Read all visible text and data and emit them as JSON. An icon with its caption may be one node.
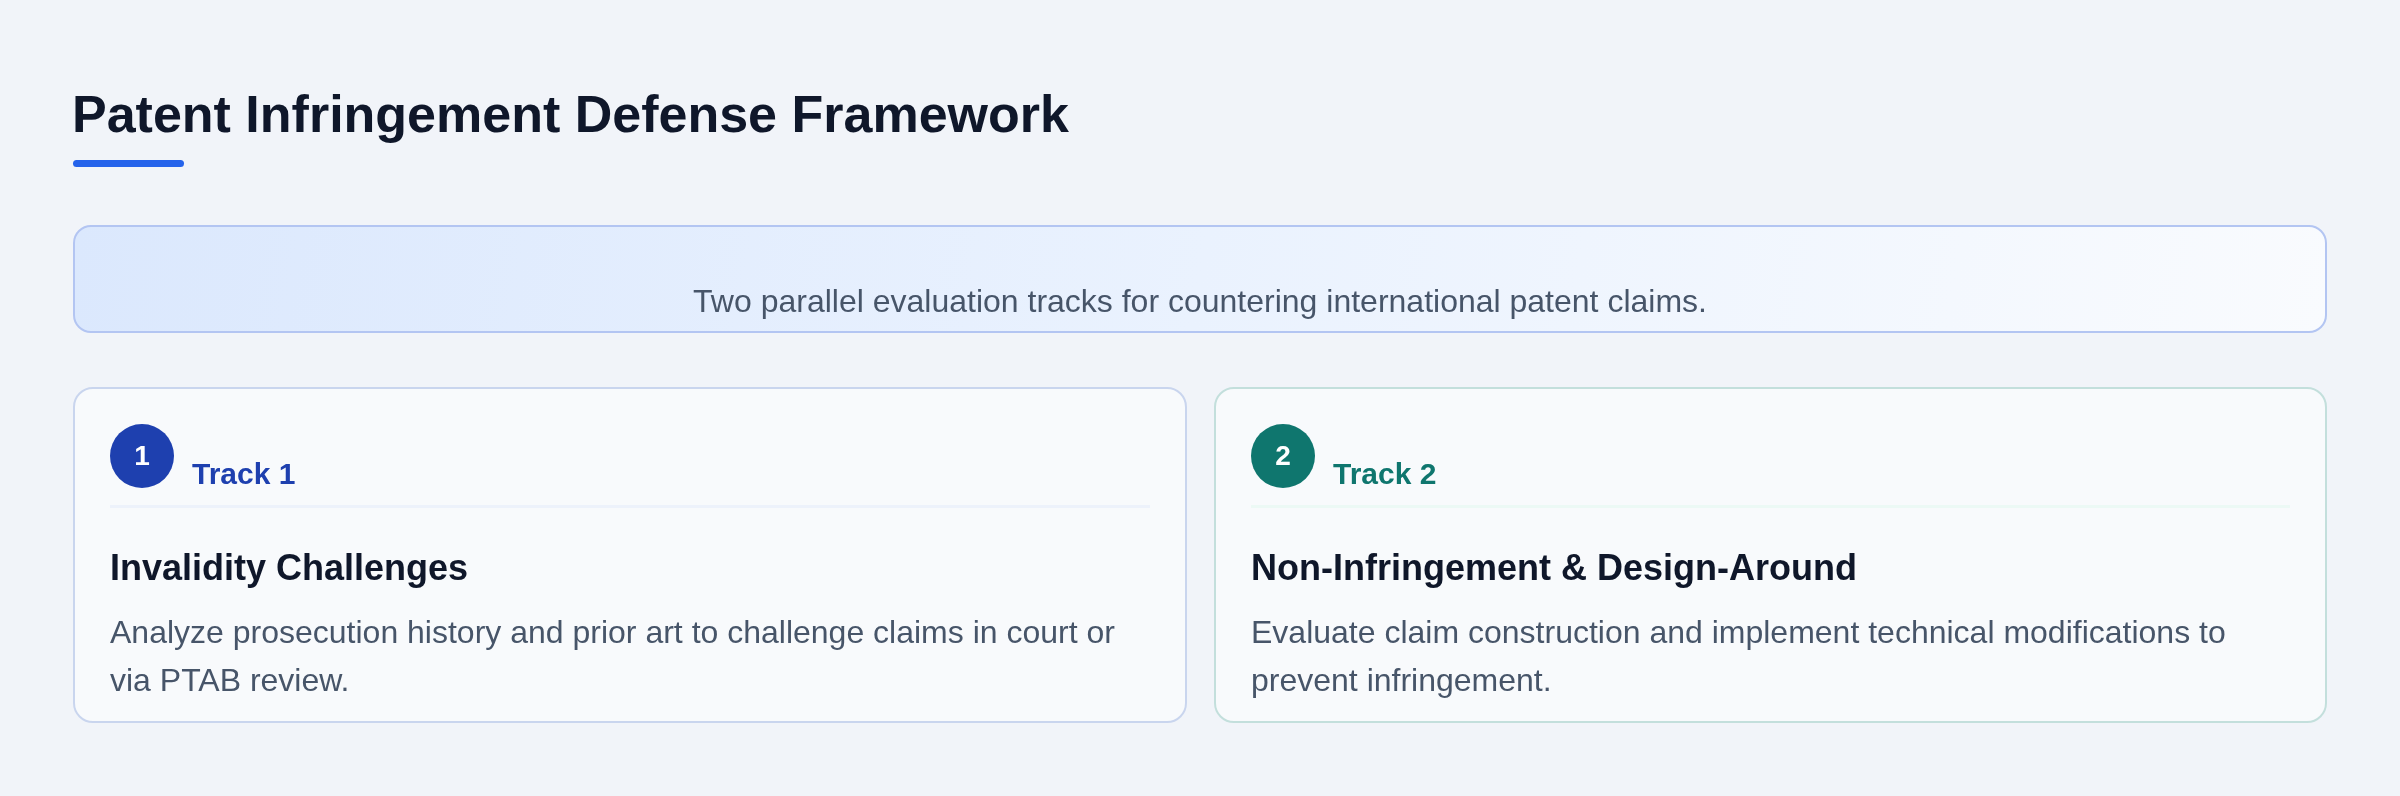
{
  "diagram": {
    "title": "Patent Infringement Defense Framework",
    "nodes": [
      {
        "text": [
          "Two parallel evaluation tracks for countering international patent claims."
        ]
      },
      {
        "text": [
          "Track 1",
          "Invalidity Challenges",
          "Analyze prosecution history and prior art to challenge claims in court or via PTAB review."
        ]
      },
      {
        "text": [
          "1"
        ],
        "in": 1
      },
      {
        "text": [
          "Track 2",
          "Non-Infringement & Design-Around",
          "Evaluate claim construction and implement technical modifications to prevent infringement."
        ]
      },
      {
        "text": [
          "2"
        ],
        "in": 3
      }
    ]
  }
}
